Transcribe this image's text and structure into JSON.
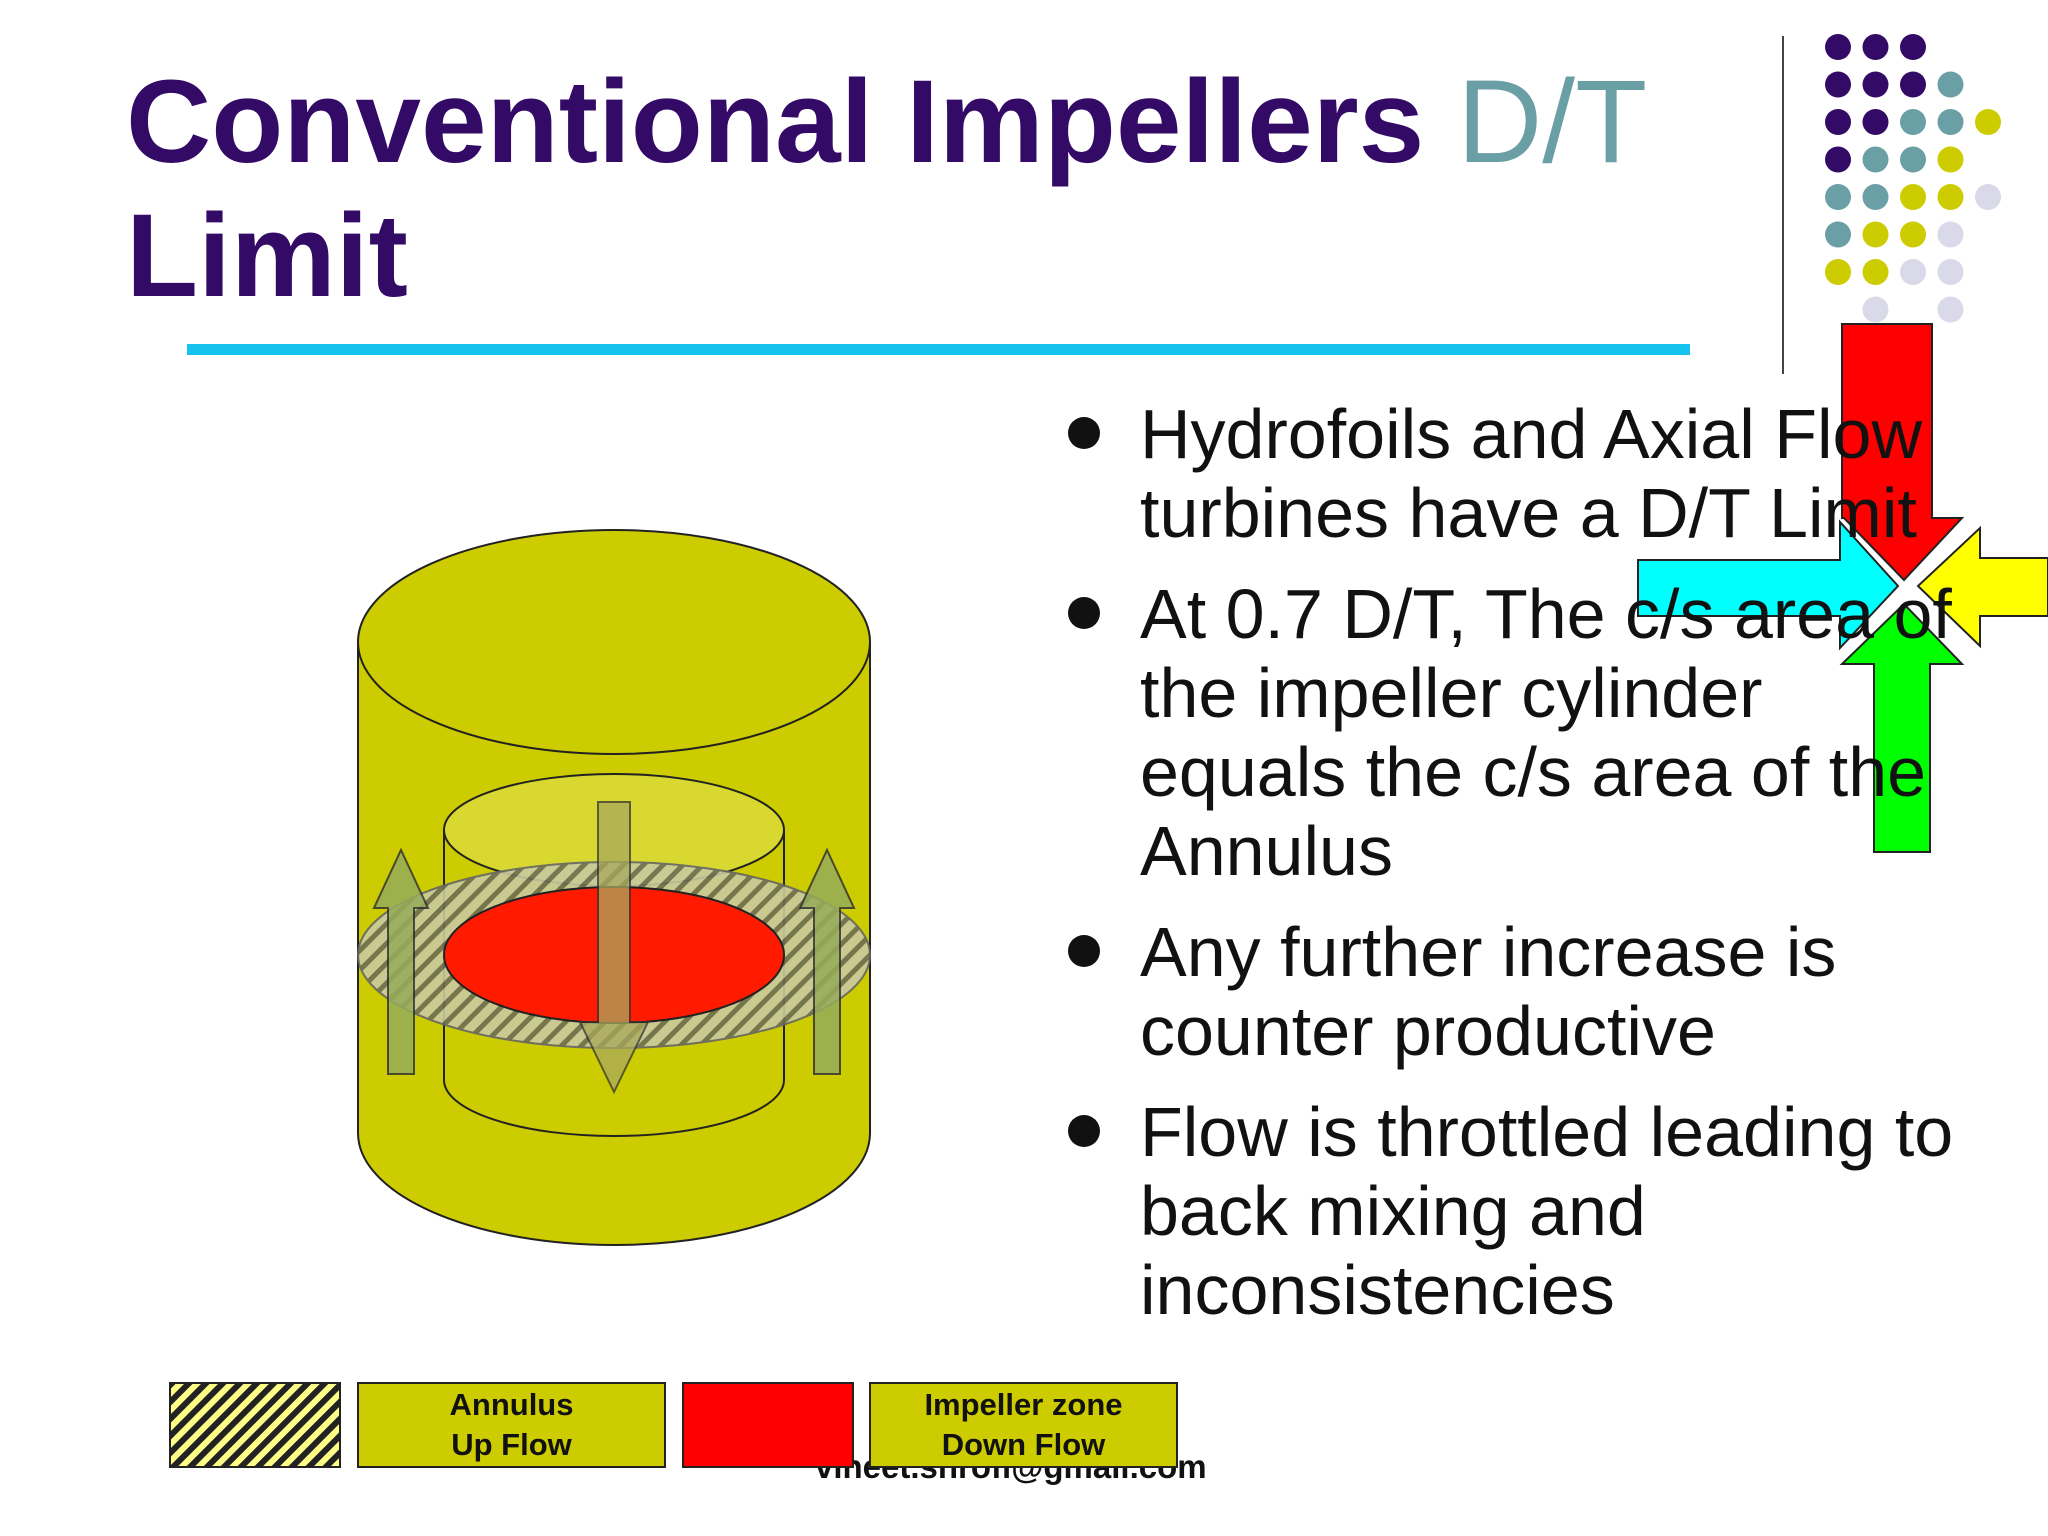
{
  "slide": {
    "title_main": "Conventional Impellers",
    "title_accent": "D/T",
    "title_line2": "Limit",
    "bullets": [
      "Hydrofoils and Axial Flow turbines have a D/T Limit",
      "At 0.7 D/T, The c/s area of the impeller cylinder equals the c/s area of the Annulus",
      "Any further increase is counter productive",
      "Flow is throttled leading to back mixing and inconsistencies"
    ],
    "legend": {
      "annulus": "Annulus\nUp Flow",
      "impeller": "Impeller zone\nDown Flow"
    },
    "footer_email": "vineet.shrofi@gmail.com"
  },
  "colors": {
    "title": "#330a66",
    "accent": "#6b9fa6",
    "rule": "#16c3ee",
    "tank": "#cccc00",
    "impeller_zone": "#ff1a00",
    "flow_arrow": "#96ac5a"
  },
  "icons": {
    "decoration": "dot-grid-decoration",
    "arrows": "four-converging-arrows-icon"
  }
}
